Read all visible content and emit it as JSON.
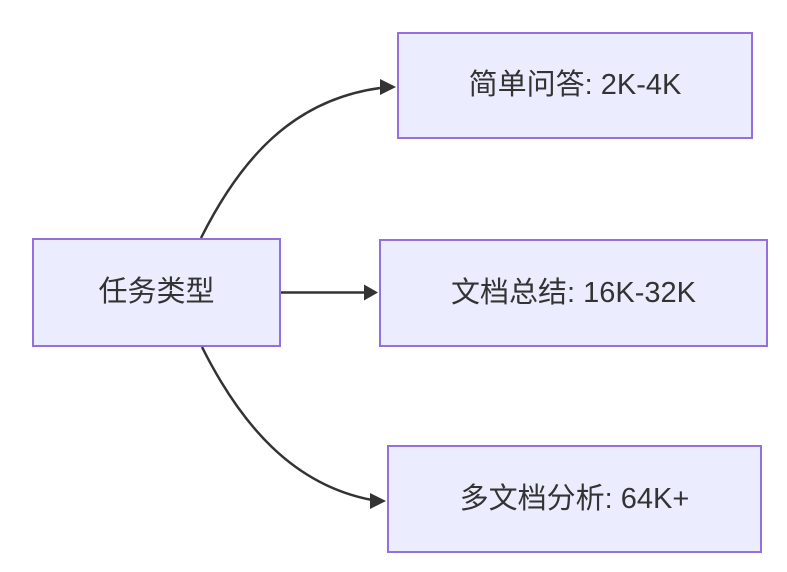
{
  "diagram": {
    "type": "flowchart",
    "direction": "left-to-right",
    "root": {
      "id": "task-type",
      "label": "任务类型"
    },
    "nodes": [
      {
        "id": "simple-qa",
        "label": "简单问答: 2K-4K"
      },
      {
        "id": "doc-summary",
        "label": "文档总结: 16K-32K"
      },
      {
        "id": "multi-doc-analysis",
        "label": "多文档分析: 64K+"
      }
    ],
    "edges": [
      {
        "from": "task-type",
        "to": "simple-qa"
      },
      {
        "from": "task-type",
        "to": "doc-summary"
      },
      {
        "from": "task-type",
        "to": "multi-doc-analysis"
      }
    ],
    "colors": {
      "node_fill": "#ECECFF",
      "node_border": "#9370DB",
      "edge_line": "#333333",
      "text": "#333333",
      "background": "#FFFFFF"
    }
  }
}
